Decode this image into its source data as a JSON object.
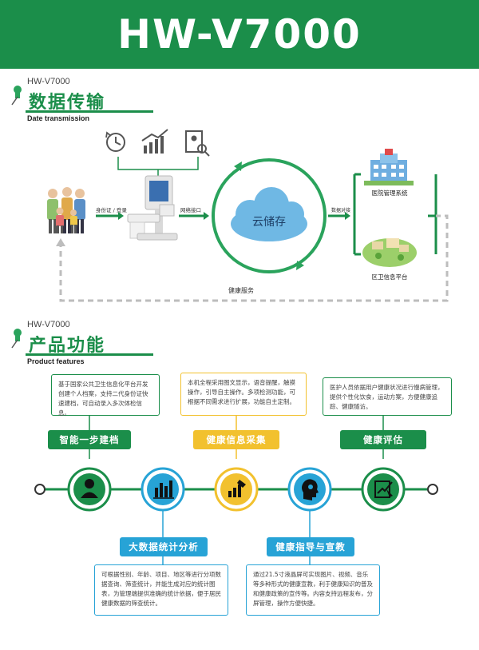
{
  "banner": {
    "title": "HW-V7000"
  },
  "section1": {
    "model": "HW-V7000",
    "title": "数据传输",
    "subtitle": "Date transmission",
    "labels": {
      "id_login": "身份证 / 登录",
      "network_port": "网络接口",
      "cloud": "云储存",
      "data_link": "数据对接",
      "hospital": "医院管理系统",
      "health_platform": "区卫信息平台",
      "health_service": "健康服务"
    },
    "icons": [
      "history-icon",
      "trend-chart-icon",
      "id-search-icon"
    ]
  },
  "section2": {
    "model": "HW-V7000",
    "title": "产品功能",
    "subtitle": "Product features",
    "features": [
      {
        "label": "智能一步建档",
        "desc": "基于国家公共卫生信息化平台开发创建个人档案，支持二代身份证快速建档，可自动录入多次体检信息。",
        "icon": "person-icon"
      },
      {
        "label": "健康信息采集",
        "desc": "本机全程采用图文显示，语音提醒，触摸操作，引导自主操作。多项检测功能，可根据不同需求进行扩展，功能自主定制。",
        "icon": "hand-chart-icon"
      },
      {
        "label": "健康评估",
        "desc": "医护人员依据用户健康状况进行慢病管理，提供个性化饮食，运动方案，方便健康追踪、健康随访。",
        "icon": "assessment-icon"
      },
      {
        "label": "大数据统计分析",
        "desc": "可根据性别、年龄、项目、地区等进行分项数据查询、筛查统计，并能生成对应的统计图表，为管理端提供准确的统计依据，便于居民健康数据的筛查统计。",
        "icon": "bar-chart-icon"
      },
      {
        "label": "健康指导与宣教",
        "desc": "通过21.5寸液晶屏可实现图片、视频、音乐等多种形式的健康宣教，利于健康知识的普及和健康政策的宣传等。内容支持远程发布，分屏管理，操作方便快捷。",
        "icon": "head-idea-icon"
      }
    ]
  },
  "colors": {
    "green": "#1b8e4a",
    "yellow": "#f2c12e",
    "blue": "#27a3d6"
  }
}
